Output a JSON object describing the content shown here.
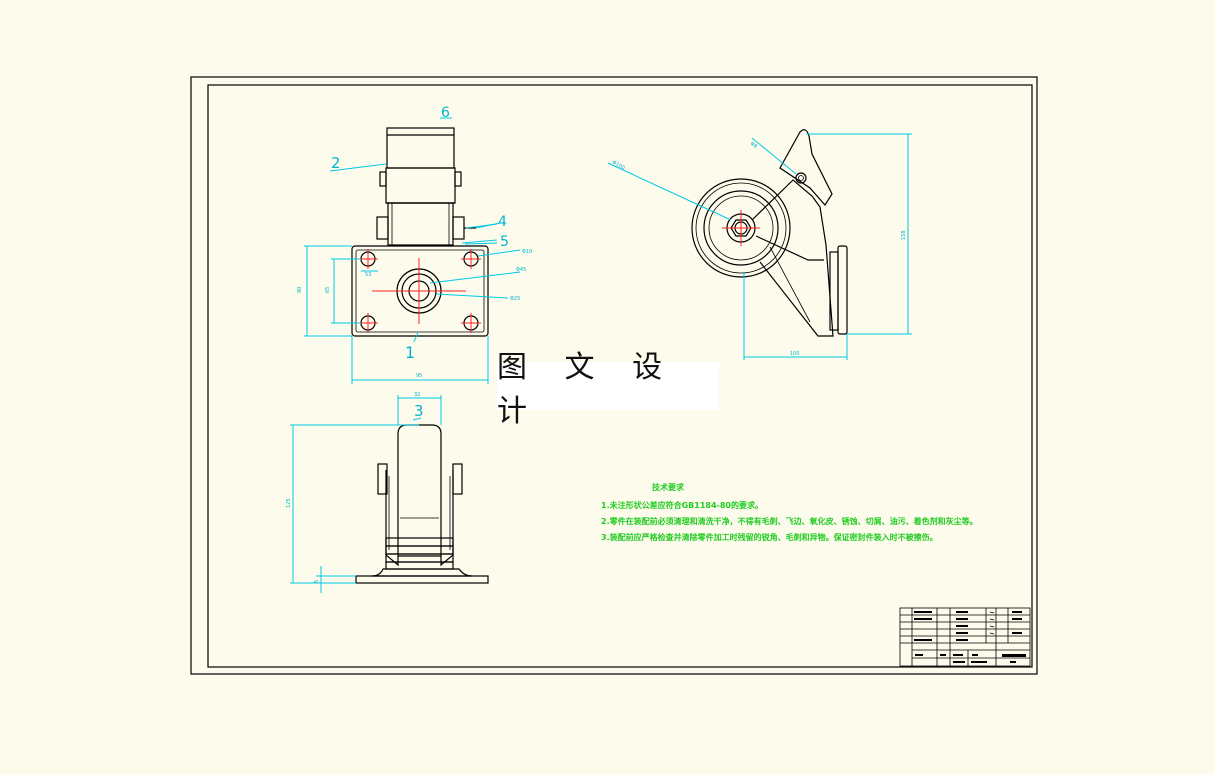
{
  "watermark": "图 文 设 计",
  "balloons": [
    "1",
    "2",
    "3",
    "4",
    "5",
    "6"
  ],
  "tech_requirements": {
    "title": "技术要求",
    "items": [
      "1.未注形状公差应符合GB1184-80的要求。",
      "2.零件在装配前必须清理和清洗干净，不得有毛刺、飞边、氧化皮、锈蚀、切屑、油污、着色剂和灰尘等。",
      "3.装配前应严格检查并清除零件加工时残留的锐角、毛刺和异物。保证密封件装入时不被擦伤。"
    ]
  },
  "colors": {
    "background": "#fdfbec",
    "outline": "#000000",
    "dimension": "#00c8e6",
    "centerline": "#ff2020",
    "notes": "#22cc22"
  }
}
